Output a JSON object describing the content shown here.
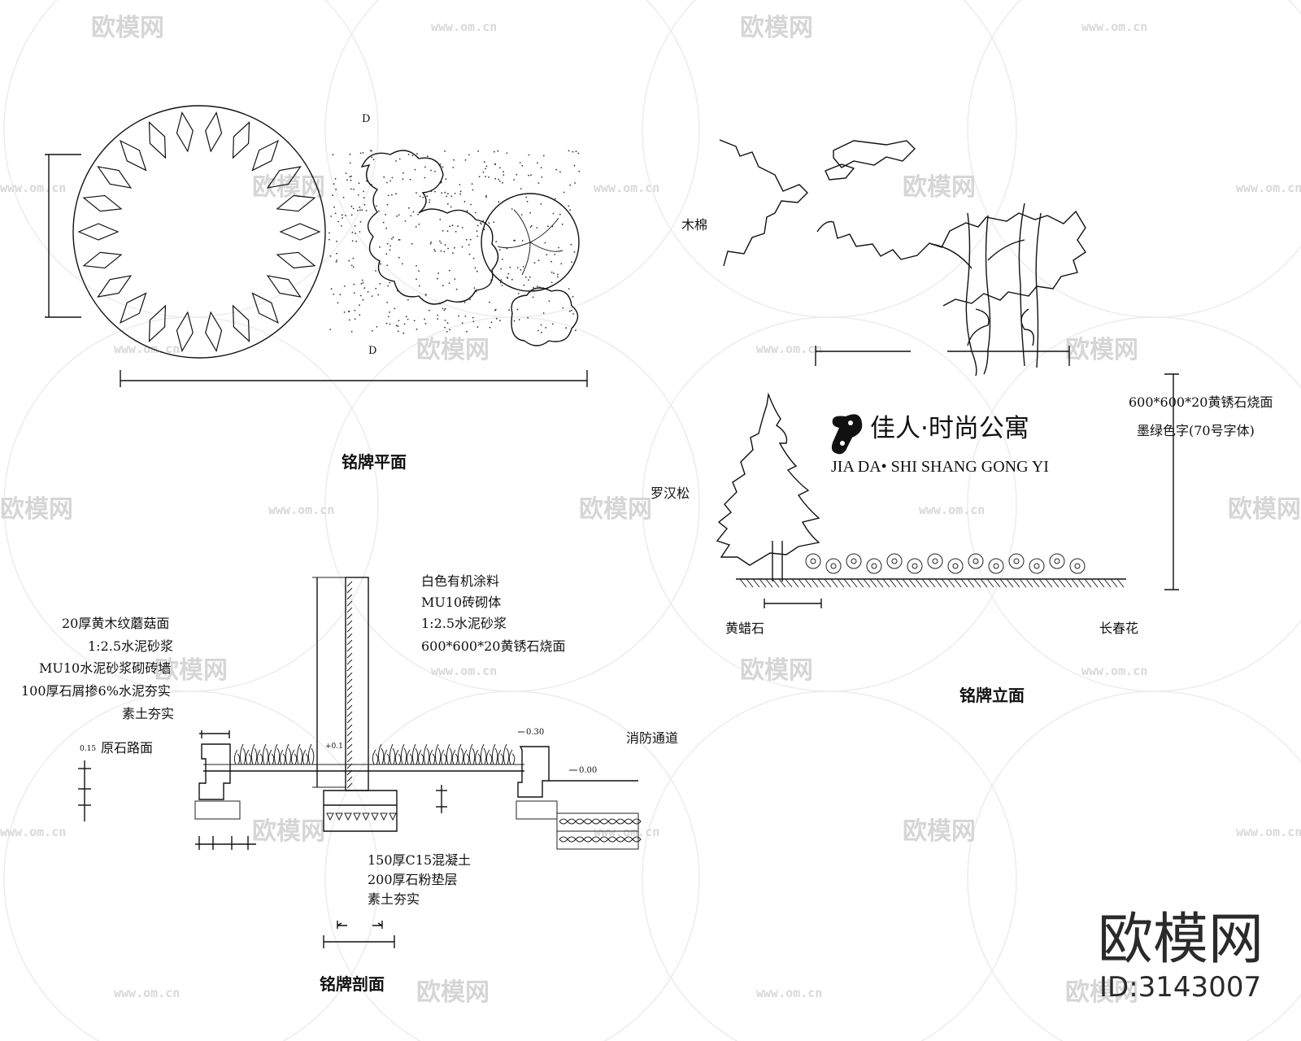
{
  "plan": {
    "title": "铭牌平面",
    "dim_label_top": "D",
    "dim_label_bottom": "D"
  },
  "elevation": {
    "title": "铭牌立面",
    "sign_cn": "佳人·时尚公寓",
    "sign_en": "JIA DA• SHI SHANG GONG YI",
    "logo": "logo-icon",
    "note_line1": "600*600*20黄锈石烧面",
    "note_line2": "墨绿色字(70号字体)",
    "tree_label_kapok": "木棉",
    "tree_label_podocarpus": "罗汉松",
    "label_stone": "黄蜡石",
    "label_flower": "长春花"
  },
  "section": {
    "title": "铭牌剖面",
    "left_notes": [
      "20厚黄木纹蘑菇面",
      "1:2.5水泥砂浆",
      "MU10水泥砂浆砌砖墙",
      "100厚石屑掺6%水泥夯实",
      "素土夯实"
    ],
    "left_road": "原石路面",
    "left_elev": "0.15",
    "top_notes": [
      "白色有机涂料",
      "MU10砖砌体",
      "1:2.5水泥砂浆",
      "600*600*20黄锈石烧面"
    ],
    "bottom_notes": [
      "150厚C15混凝土",
      "200厚石粉垫层",
      "素土夯实"
    ],
    "right_label": "消防通道",
    "elev_top": "0.30",
    "elev_ground": "0.00",
    "elev_wall": "+0.1"
  },
  "watermark": {
    "brand": "欧模网",
    "url": "www.om.cn",
    "id_text": "ID:3143007"
  }
}
